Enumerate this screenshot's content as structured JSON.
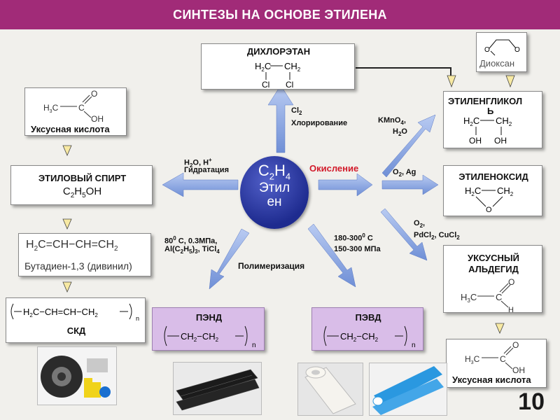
{
  "title": "СИНТЕЗЫ НА ОСНОВЕ ЭТИЛЕНА",
  "center": {
    "formula_c": "C",
    "formula_2": "2",
    "formula_h": "H",
    "formula_4": "4",
    "name_line1": "Этил",
    "name_line2": "ен"
  },
  "dichloroethane": {
    "label": "ДИХЛОРЭТАН"
  },
  "dioxane": {
    "label": "Диоксан"
  },
  "acetic_acid_top": {
    "label": "Уксусная кислота"
  },
  "ethanol": {
    "label": "ЭТИЛОВЫЙ СПИРТ",
    "formula": "C2H5OH"
  },
  "butadiene": {
    "formula": "H2C=CH−CH=CH2",
    "label": "Бутадиен-1,3 (дивинил)"
  },
  "skd": {
    "label": "СКД"
  },
  "pend": {
    "label": "ПЭНД"
  },
  "pevd": {
    "label": "ПЭВД"
  },
  "ethylene_glycol": {
    "label_l1": "ЭТИЛЕНГЛИКОЛ",
    "label_l2": "Ь"
  },
  "ethylene_oxide": {
    "label": "ЭТИЛЕНОКСИД"
  },
  "acetaldehyde": {
    "label_l1": "УКСУСНЫЙ",
    "label_l2": "АЛЬДЕГИД"
  },
  "acetic_acid_bottom": {
    "label": "Уксусная кислота"
  },
  "conditions": {
    "chlorination_reagent": "Cl2",
    "chlorination": "Хлорирование",
    "hydration_reagent": "H2O, H+",
    "hydration": "Гидратация",
    "oxidation": "Окисление",
    "kmno4": "KMnO4,",
    "h2o": "H2O",
    "o2_ag": "O2, Ag",
    "o2_pd_l1": "O2,",
    "o2_pd_l2": "PdCl2, CuCl2",
    "pend_cond_l1": "800 С, 0.3МПа,",
    "pend_cond_l2": "Al(C2H5)3, TiCl4",
    "pevd_cond_l1": "180-3000 С",
    "pevd_cond_l2": "150-300 МПа",
    "polymerization": "Полимеризация"
  },
  "page_number": "10",
  "colors": {
    "title_bg": "#a12b78",
    "arrow": "#8fa8e0",
    "center": "#2a379c",
    "purple_box": "#d9bde8",
    "red": "#d21a2a"
  }
}
